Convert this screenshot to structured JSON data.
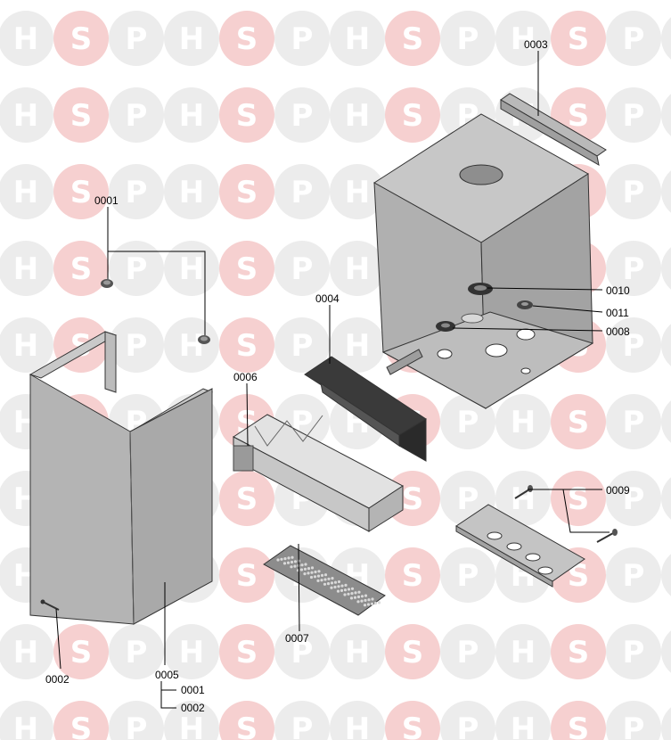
{
  "watermark": {
    "letters": [
      "H",
      "S",
      "P"
    ],
    "circle_color": "#ececec",
    "s_circle_color": "#f6d0d0",
    "letter_color": "#ffffff"
  },
  "colors": {
    "panel": "#b5b5b5",
    "panel_dark": "#9a9a9a",
    "panel_light": "#cfcfcf",
    "seal": "#333333",
    "tray": "#2f2f2f"
  },
  "labels": {
    "p0001": "0001",
    "p0002": "0002",
    "p0003": "0003",
    "p0004": "0004",
    "p0005": "0005",
    "p0005_sub1": "0001",
    "p0005_sub2": "0002",
    "p0006": "0006",
    "p0007": "0007",
    "p0008": "0008",
    "p0009": "0009",
    "p0010": "0010",
    "p0011": "0011"
  }
}
